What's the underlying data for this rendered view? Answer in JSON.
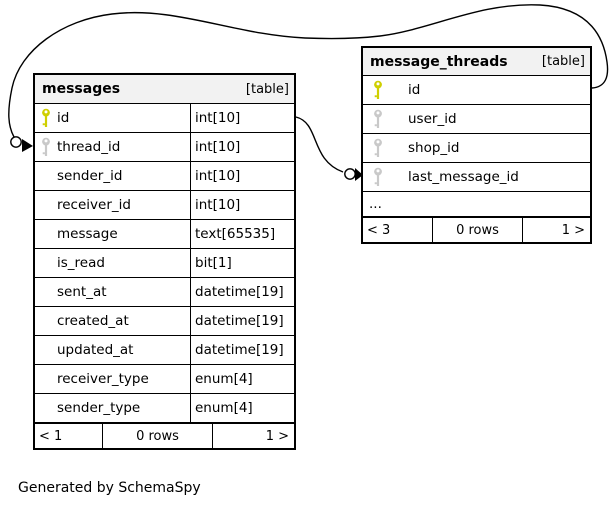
{
  "diagram": {
    "caption": "Generated by SchemaSpy"
  },
  "tables": {
    "messages": {
      "name": "messages",
      "tag": "[table]",
      "columns": [
        {
          "name": "id",
          "type": "int[10]",
          "key": "primary"
        },
        {
          "name": "thread_id",
          "type": "int[10]",
          "key": "foreign"
        },
        {
          "name": "sender_id",
          "type": "int[10]",
          "key": "none"
        },
        {
          "name": "receiver_id",
          "type": "int[10]",
          "key": "none"
        },
        {
          "name": "message",
          "type": "text[65535]",
          "key": "none"
        },
        {
          "name": "is_read",
          "type": "bit[1]",
          "key": "none"
        },
        {
          "name": "sent_at",
          "type": "datetime[19]",
          "key": "none"
        },
        {
          "name": "created_at",
          "type": "datetime[19]",
          "key": "none"
        },
        {
          "name": "updated_at",
          "type": "datetime[19]",
          "key": "none"
        },
        {
          "name": "receiver_type",
          "type": "enum[4]",
          "key": "none"
        },
        {
          "name": "sender_type",
          "type": "enum[4]",
          "key": "none"
        }
      ],
      "footer": {
        "prev": "< 1",
        "rows": "0 rows",
        "next": "1 >"
      }
    },
    "message_threads": {
      "name": "message_threads",
      "tag": "[table]",
      "columns": [
        {
          "name": "id",
          "key": "primary"
        },
        {
          "name": "user_id",
          "key": "foreign"
        },
        {
          "name": "shop_id",
          "key": "foreign"
        },
        {
          "name": "last_message_id",
          "key": "foreign"
        },
        {
          "name": "...",
          "key": "none"
        }
      ],
      "footer": {
        "prev": "< 3",
        "rows": "0 rows",
        "next": "1 >"
      }
    }
  },
  "relationships": [
    {
      "from": "message_threads.id",
      "to": "messages.thread_id"
    },
    {
      "from": "messages.id",
      "to": "message_threads.last_message_id"
    }
  ],
  "colors": {
    "primary_key": "#cfcf00",
    "foreign_key": "#c9c9c9",
    "header_bg": "#f2f2f2",
    "line": "#000000"
  }
}
